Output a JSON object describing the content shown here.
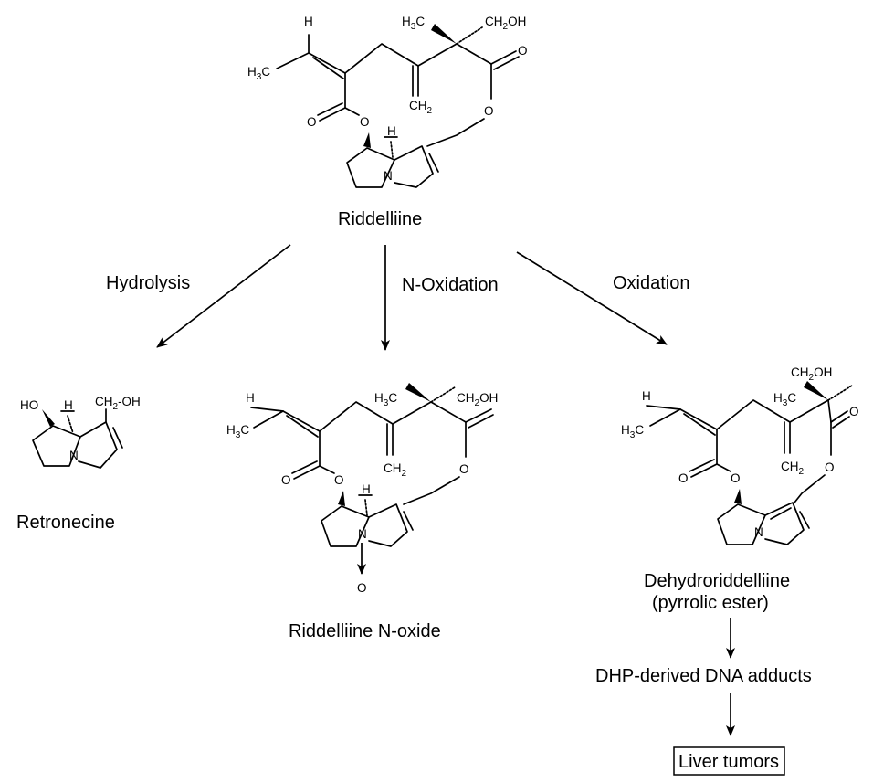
{
  "compounds": {
    "riddelliine": "Riddelliine",
    "retronecine": "Retronecine",
    "n_oxide": "Riddelliine N-oxide",
    "dehydro_line1": "Dehydroriddelliine",
    "dehydro_line2": "(pyrrolic ester)"
  },
  "reactions": {
    "hydrolysis": "Hydrolysis",
    "n_oxidation": "N-Oxidation",
    "oxidation": "Oxidation"
  },
  "downstream": {
    "adducts": "DHP-derived DNA adducts",
    "tumors": "Liver tumors"
  },
  "atoms": {
    "H": "H",
    "C": "C",
    "N": "N",
    "O": "O",
    "HO": "HO",
    "CH": "CH",
    "OH": "OH",
    "sub2": "2",
    "sub3": "3",
    "CH2OH_tail": "-OH"
  }
}
